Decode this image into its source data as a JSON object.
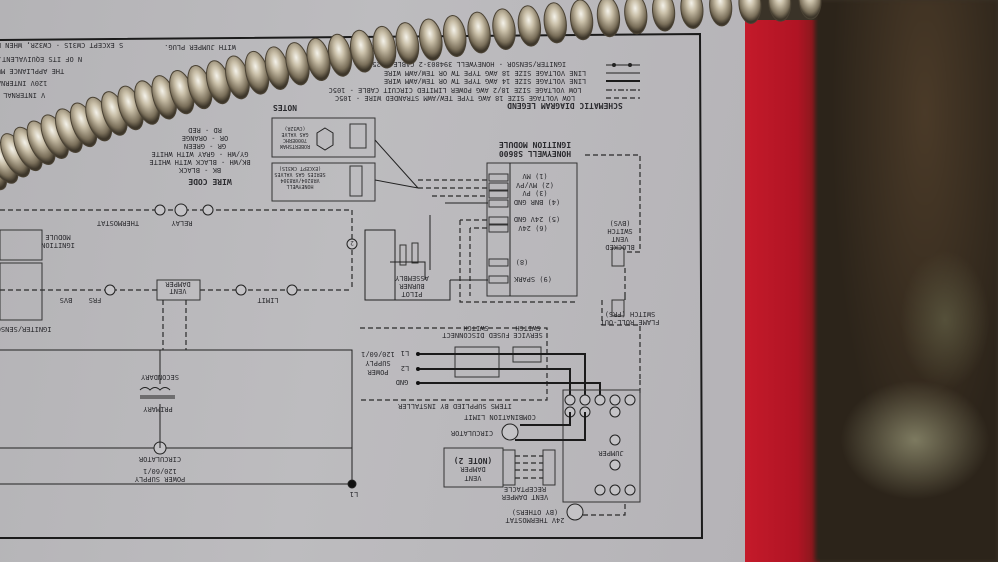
{
  "legend": {
    "title": "SCHEMATIC DIAGRAM LEGEND",
    "items": [
      "IGNITER/SENSOR - HONEYWELL 394803-2 CABLE - 250C",
      "LINE VOLTAGE SIZE 18 AWG TYPE TW OR TEW/AWM WIRE",
      "LINE VOLTAGE SIZE 14 AWG TYPE TW OR TEW/AWM WIRE",
      "LOW VOLTAGE SIZE 18/2 AWG POWER LIMITED CIRCUIT CABLE - 105C",
      "LOW VOLTAGE SIZE 18 AWG TYPE TEW/AWM STRANDED WIRE - 105C"
    ]
  },
  "notes": {
    "title": "NOTES",
    "fragments": [
      "WITH JUMPER PLUG.",
      "S EXCEPT CW31S - CW32R, WHEN D",
      "N OF ITS EQUIVALENT.",
      "THE APPLIANCE MUST BE",
      "120V INTERNAL",
      "V INTERNAL W"
    ]
  },
  "wire_code": {
    "title": "WIRE CODE",
    "entries": [
      "BK - BLACK",
      "BK/WH - BLACK WITH WHITE",
      "GY/WH - GRAY WITH WHITE",
      "GR - GREEN",
      "OR - ORANGE",
      "RD - RED"
    ]
  },
  "gas_valves": {
    "robertshaw": [
      "ROBERTSHAW",
      "7000ERHC",
      "GAS VALVE",
      "(CW32R)"
    ],
    "honeywell": [
      "HONEYWELL",
      "VR8204/VR8304",
      "SERIES GAS VALVES",
      "(EXCEPT CW31S)"
    ]
  },
  "module": {
    "title": [
      "HONEYWELL S8600",
      "IGNITION MODULE"
    ],
    "terminals": [
      "(1)  MV",
      "(2)  MV/PV",
      "(3)  PV",
      "(4)  BNR GND",
      "(5)  24V GND",
      "(6)  24V",
      "(8)",
      "(9)  SPARK"
    ]
  },
  "pilot": [
    "PILOT",
    "BURNER",
    "ASSEMBLY"
  ],
  "bvs": [
    "BLOCKED",
    "VENT",
    "SWITCH",
    "(BVS)"
  ],
  "frs": [
    "FLAME ROLL-OUT",
    "SWITCH (FRS)"
  ],
  "power": {
    "supply": [
      "POWER",
      "SUPPLY",
      "120/60/1"
    ],
    "l1": "L1",
    "l2": "L2",
    "gnd": "GND",
    "service_switch": [
      "SERVICE",
      "SWITCH"
    ],
    "fused_disconnect": [
      "FUSED DISCONNECT",
      "SWITCH"
    ],
    "installer": "ITEMS SUPPLIED BY INSTALLER"
  },
  "field": {
    "combination_limit": "COMBINATION LIMIT",
    "circulator": "CIRCULATOR",
    "jumper": "JUMPER",
    "vent_damper": [
      "VENT",
      "DAMPER",
      "(NOTE 2)"
    ],
    "receptacle": [
      "VENT DAMPER",
      "RECEPTACLE"
    ],
    "thermostat": [
      "24V THERMOSTAT",
      "(BY OTHERS)"
    ]
  },
  "ladder": {
    "thermostat": "THERMOSTAT",
    "relay": "RELAY",
    "ignition_module": [
      "IGNITION",
      "MODULE"
    ],
    "vent_damper": [
      "VENT",
      "DAMPER"
    ],
    "limit": "LIMIT",
    "bvs": "BVS",
    "frs": "FRS",
    "secondary": "SECONDARY",
    "primary": "PRIMARY",
    "circulator": "CIRCULATOR",
    "power_supply": [
      "POWER SUPPLY",
      "120/60/1"
    ],
    "igniter": "IGNITER/SENSOR",
    "l1": "L1",
    "node2": "2"
  },
  "colors": {
    "panel": "#b9b8bb",
    "red_housing": "#c41a2a",
    "conduit": "#c9bfa8"
  }
}
